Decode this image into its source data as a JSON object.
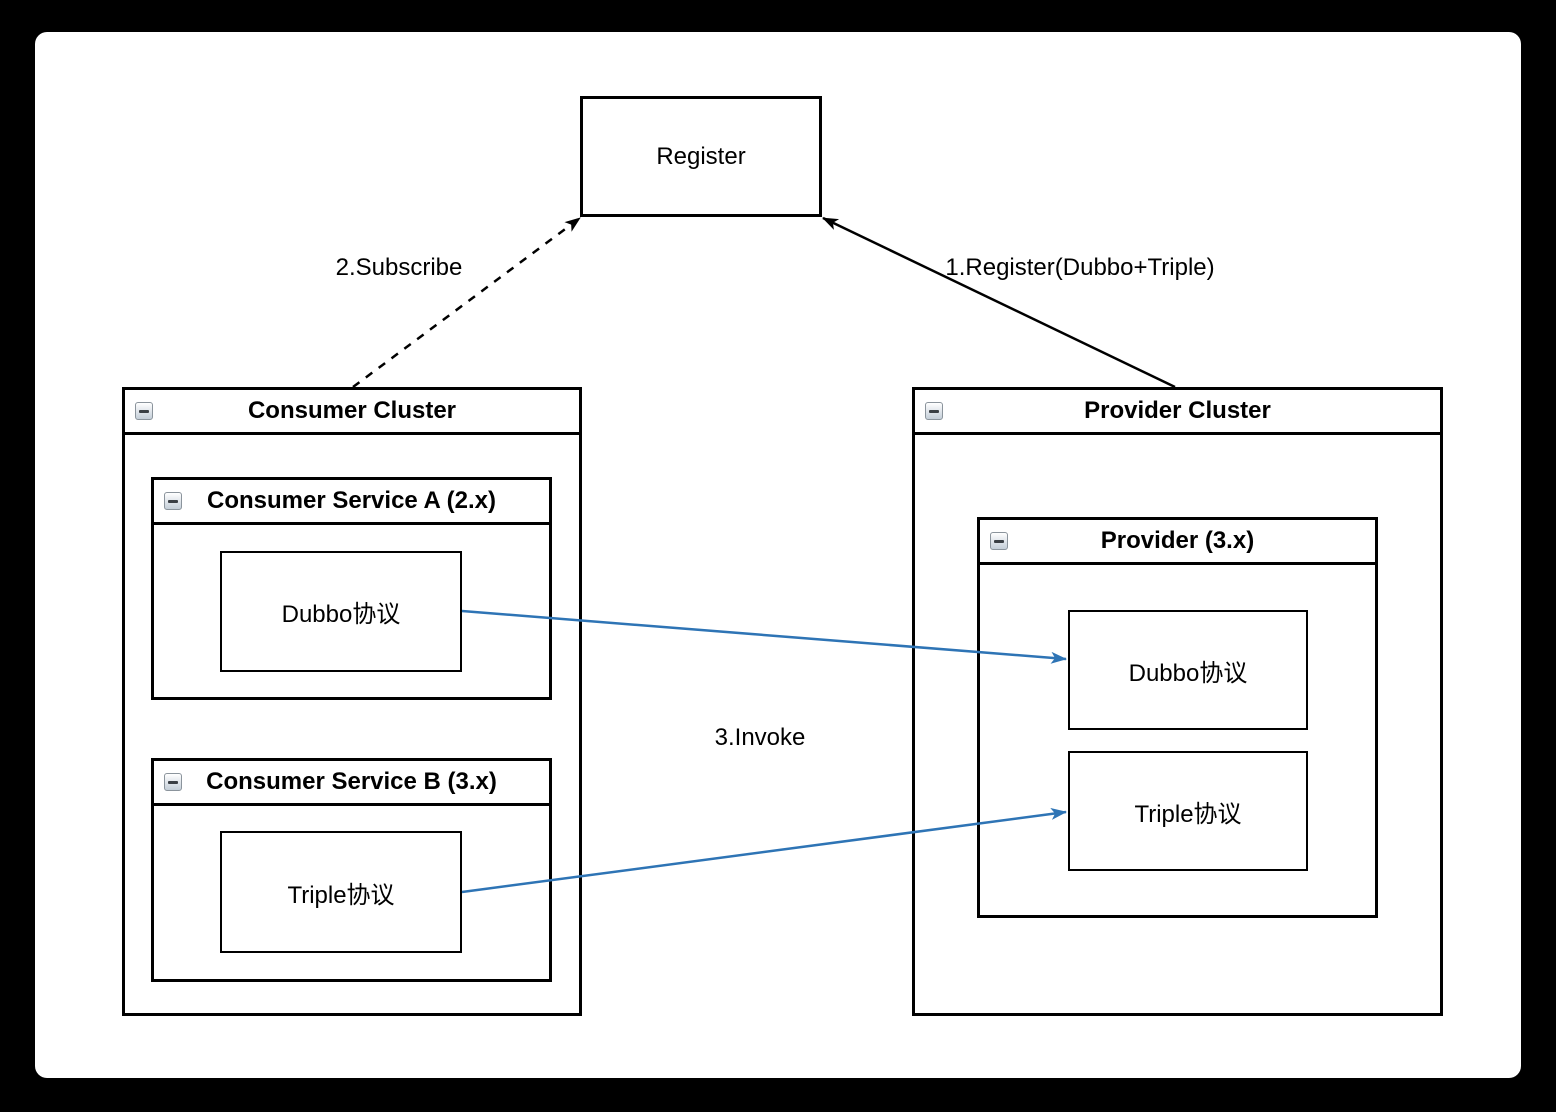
{
  "page": {
    "background": "#000000",
    "canvas_background": "#ffffff"
  },
  "diagram": {
    "register": {
      "label": "Register"
    },
    "consumer_cluster": {
      "title": "Consumer Cluster",
      "services": [
        {
          "title": "Consumer Service A (2.x)",
          "protocol": "Dubbo协议"
        },
        {
          "title": "Consumer Service B (3.x)",
          "protocol": "Triple协议"
        }
      ]
    },
    "provider_cluster": {
      "title": "Provider Cluster",
      "provider": {
        "title": "Provider (3.x)",
        "protocols": [
          "Dubbo协议",
          "Triple协议"
        ]
      }
    },
    "edges": [
      {
        "label": "1.Register(Dubbo+Triple)",
        "from": "Provider Cluster",
        "to": "Register",
        "style": "solid",
        "color": "#000000"
      },
      {
        "label": "2.Subscribe",
        "from": "Consumer Cluster",
        "to": "Register",
        "style": "dashed",
        "color": "#000000"
      },
      {
        "label": "3.Invoke",
        "from": "Dubbo协议 (Consumer Service A)",
        "to": "Dubbo协议 (Provider)",
        "style": "solid",
        "color": "#2e74b5"
      },
      {
        "label": "",
        "from": "Triple协议 (Consumer Service B)",
        "to": "Triple协议 (Provider)",
        "style": "solid",
        "color": "#2e74b5"
      }
    ],
    "colors": {
      "box_border": "#000000",
      "invoke_arrow": "#2e74b5"
    },
    "icons": {
      "collapse": "collapse-minus-button"
    }
  }
}
